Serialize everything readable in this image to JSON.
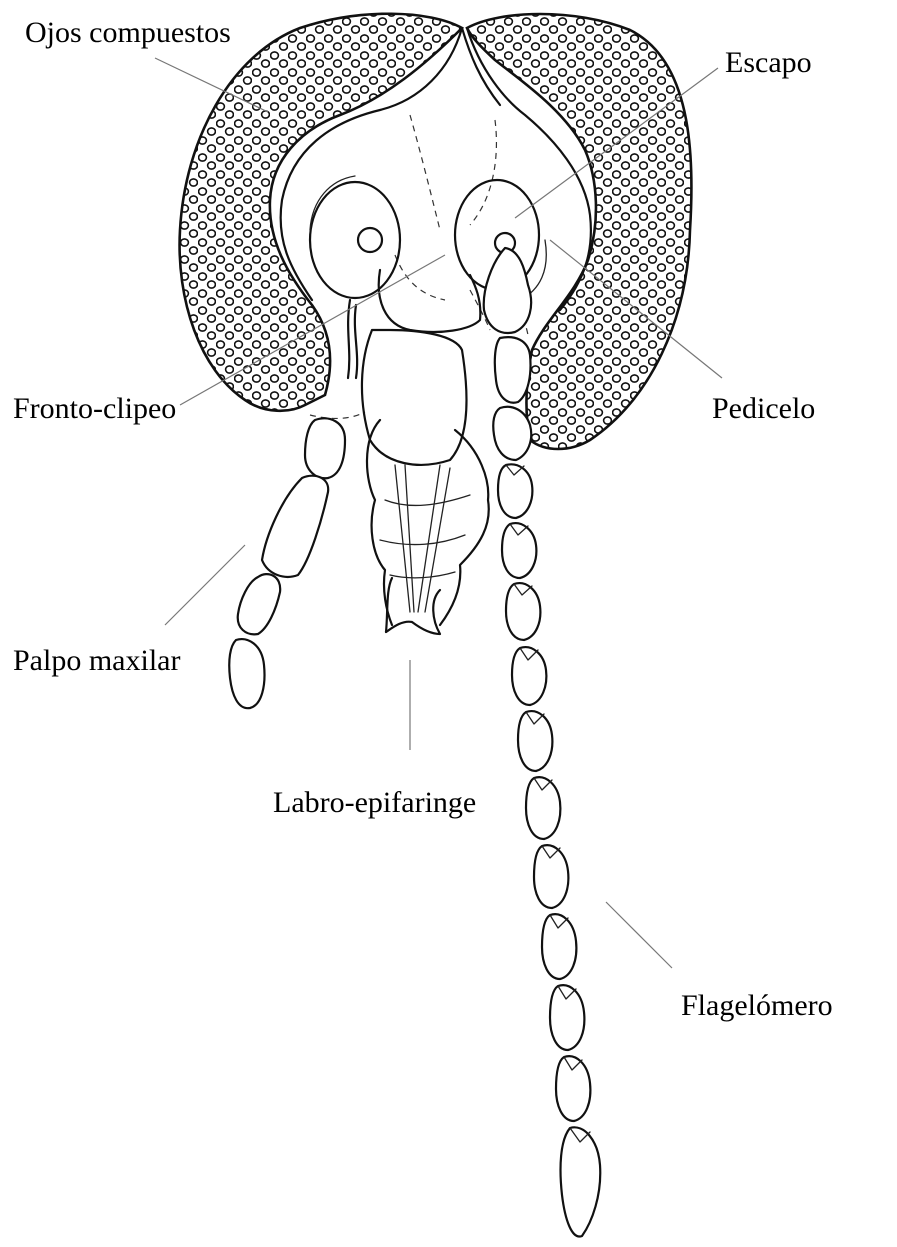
{
  "diagram": {
    "labels": {
      "ojos": "Ojos compuestos",
      "escapo": "Escapo",
      "fronto": "Fronto-clipeo",
      "pedicelo": "Pedicelo",
      "palpo": "Palpo maxilar",
      "labro": "Labro-epifaringe",
      "flagelomero": "Flagelómero"
    }
  }
}
